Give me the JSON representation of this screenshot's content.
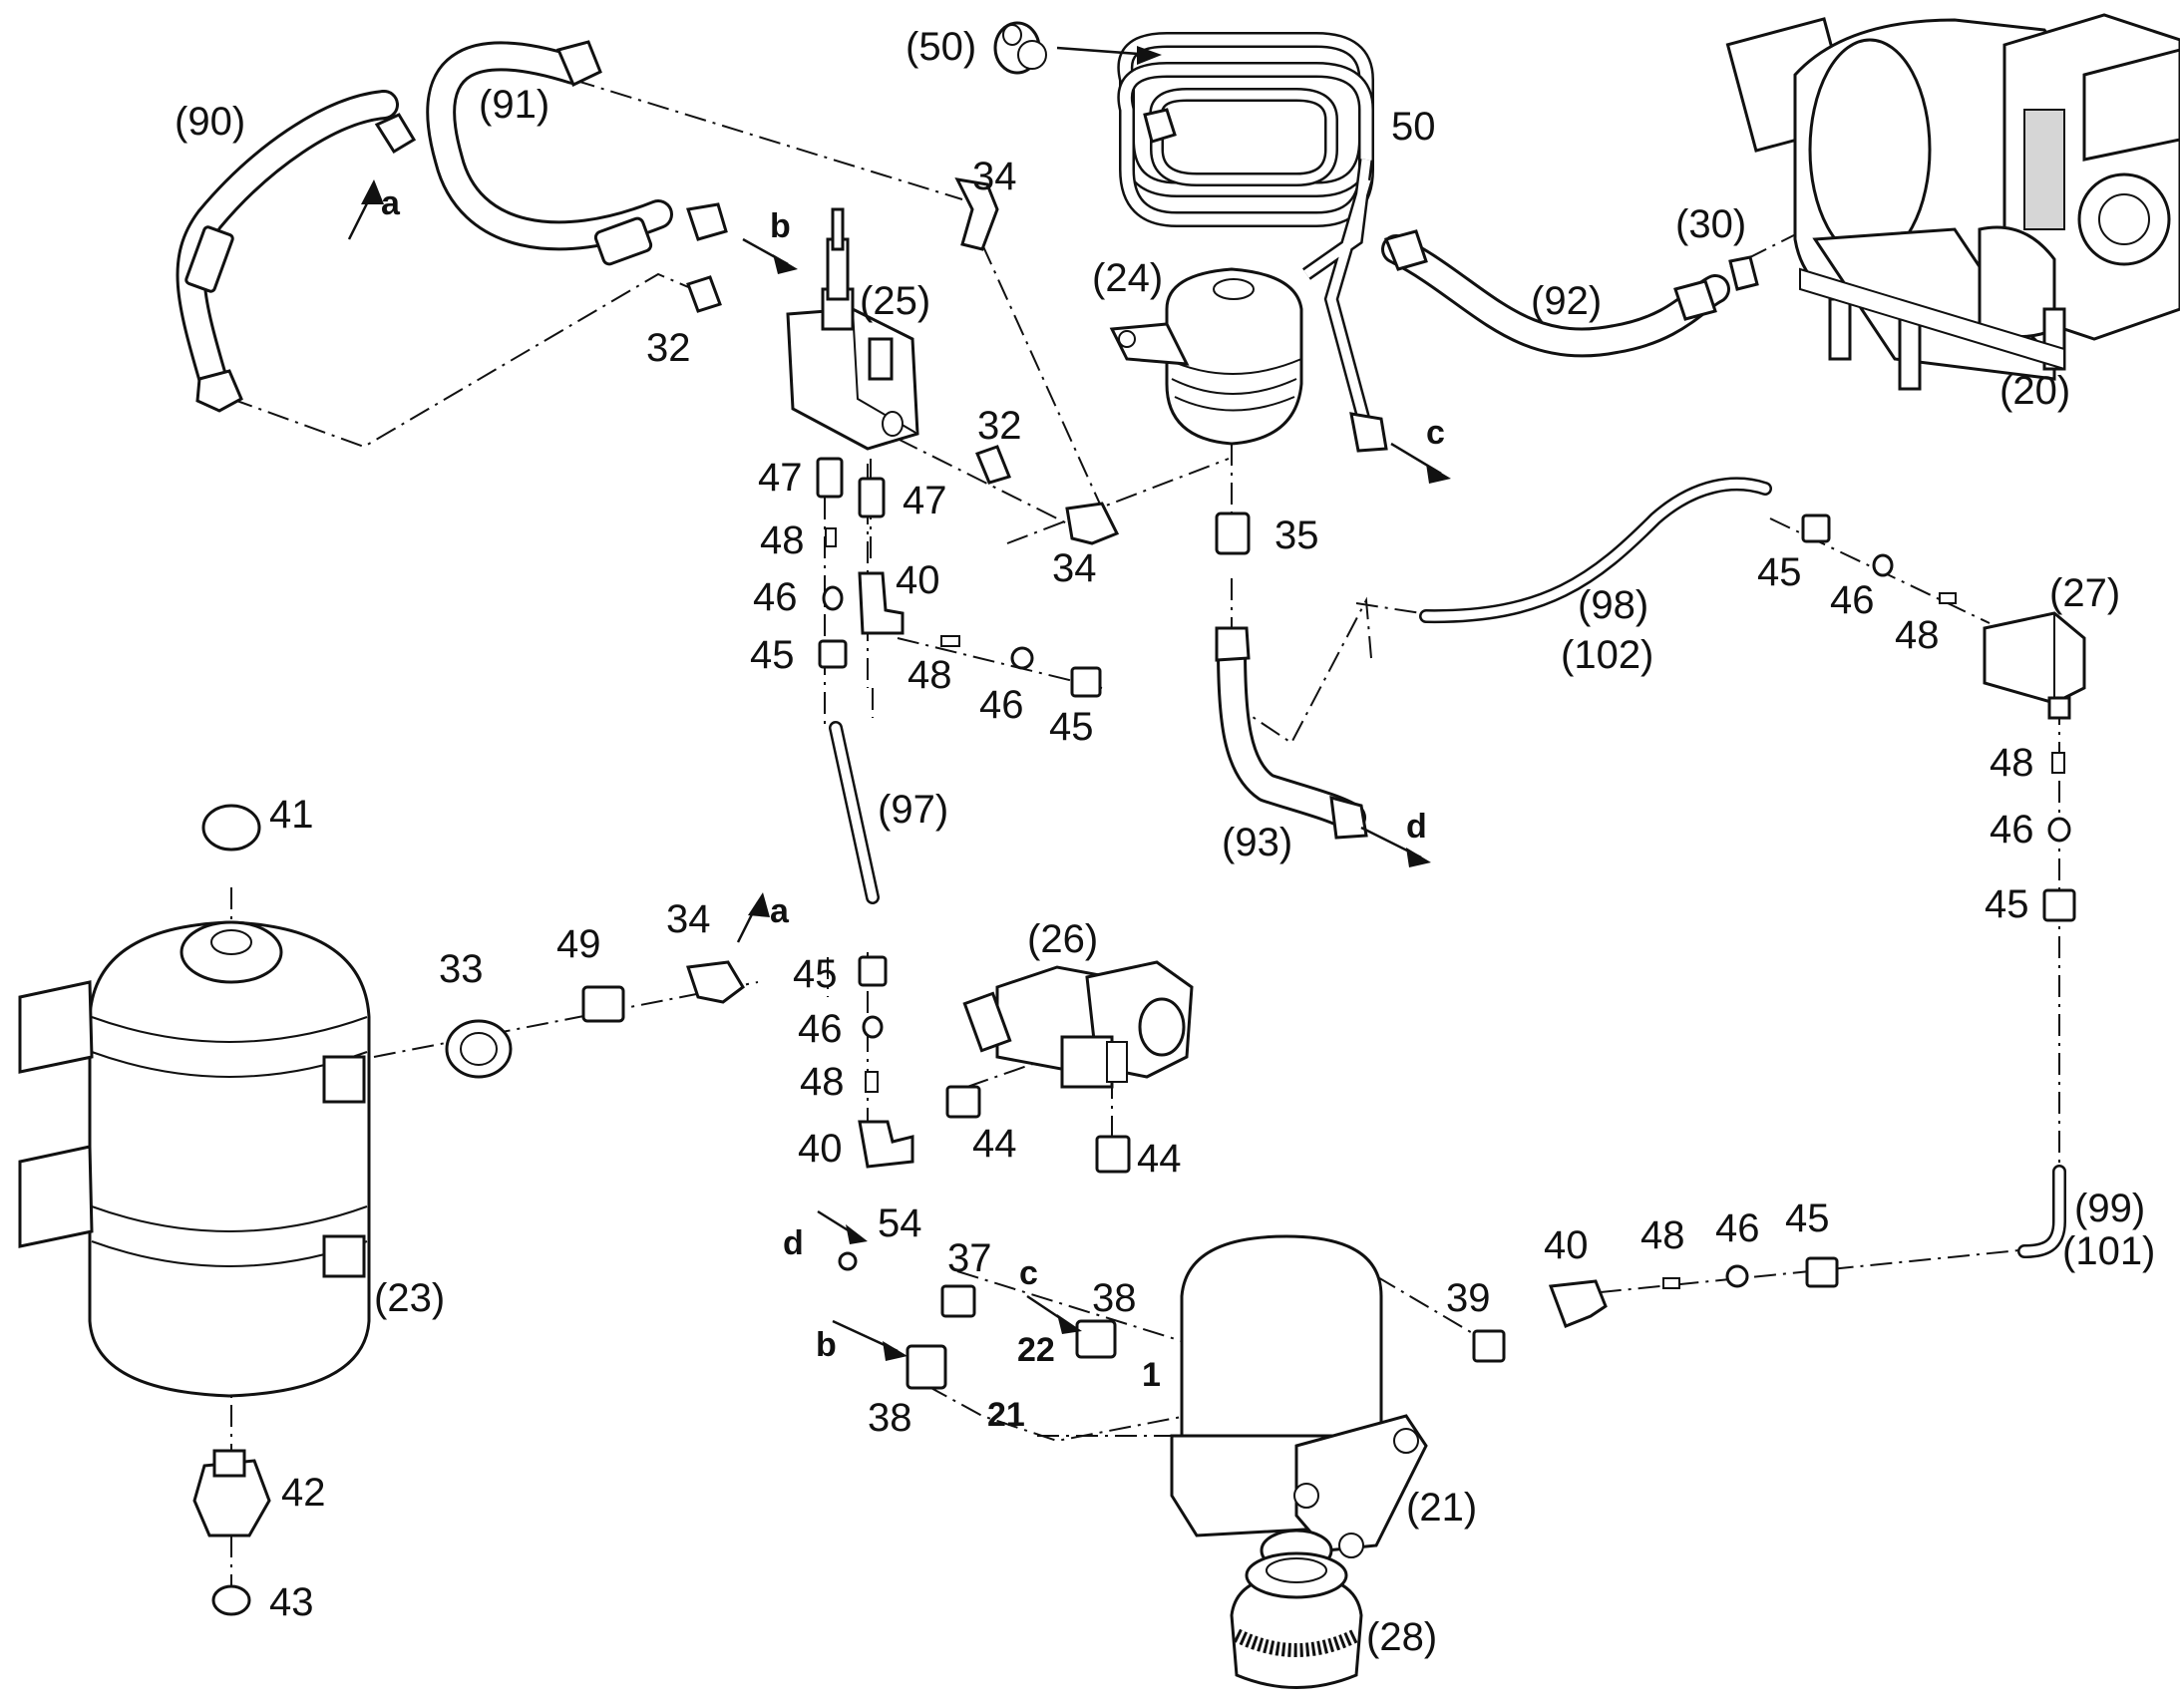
{
  "labels": {
    "p20": "(20)",
    "p21": "(21)",
    "p23": "(23)",
    "p24": "(24)",
    "p25": "(25)",
    "p26": "(26)",
    "p27": "(27)",
    "p28": "(28)",
    "p30": "(30)",
    "p50a": "(50)",
    "p50": "50",
    "p90": "(90)",
    "p91": "(91)",
    "p92": "(92)",
    "p93": "(93)",
    "p97": "(97)",
    "p98": "(98)",
    "p102": "(102)",
    "p99": "(99)",
    "p101": "(101)",
    "n32a": "32",
    "n32b": "32",
    "n34a": "34",
    "n34b": "34",
    "n34c": "34",
    "n35": "35",
    "n47a": "47",
    "n47b": "47",
    "n48a": "48",
    "n46a": "46",
    "n45a": "45",
    "n40a": "40",
    "n48b": "48",
    "n46b": "46",
    "n45b": "45",
    "n45c": "45",
    "n46c": "46",
    "n48c": "48",
    "n48d": "48",
    "n46d": "46",
    "n45d": "45",
    "n41": "41",
    "n33": "33",
    "n49": "49",
    "n45e": "45",
    "n46e": "46",
    "n48e": "48",
    "n40b": "40",
    "n44a": "44",
    "n44b": "44",
    "n42": "42",
    "n43": "43",
    "n54": "54",
    "n37": "37",
    "n38a": "38",
    "n38b": "38",
    "n22": "22",
    "n21": "21",
    "n1": "1",
    "n39": "39",
    "n40c": "40",
    "n48f": "48",
    "n46f": "46",
    "n45f": "45"
  },
  "flow_markers": {
    "a1": "a",
    "a2": "a",
    "b1": "b",
    "b2": "b",
    "c1": "c",
    "c2": "c",
    "d1": "d",
    "d2": "d"
  },
  "icons": [
    "compressor-motor",
    "air-dryer",
    "air-tank",
    "condenser-coil",
    "governor-valve",
    "pressure-switch",
    "check-valve",
    "solenoid-valve",
    "filter-cap"
  ]
}
